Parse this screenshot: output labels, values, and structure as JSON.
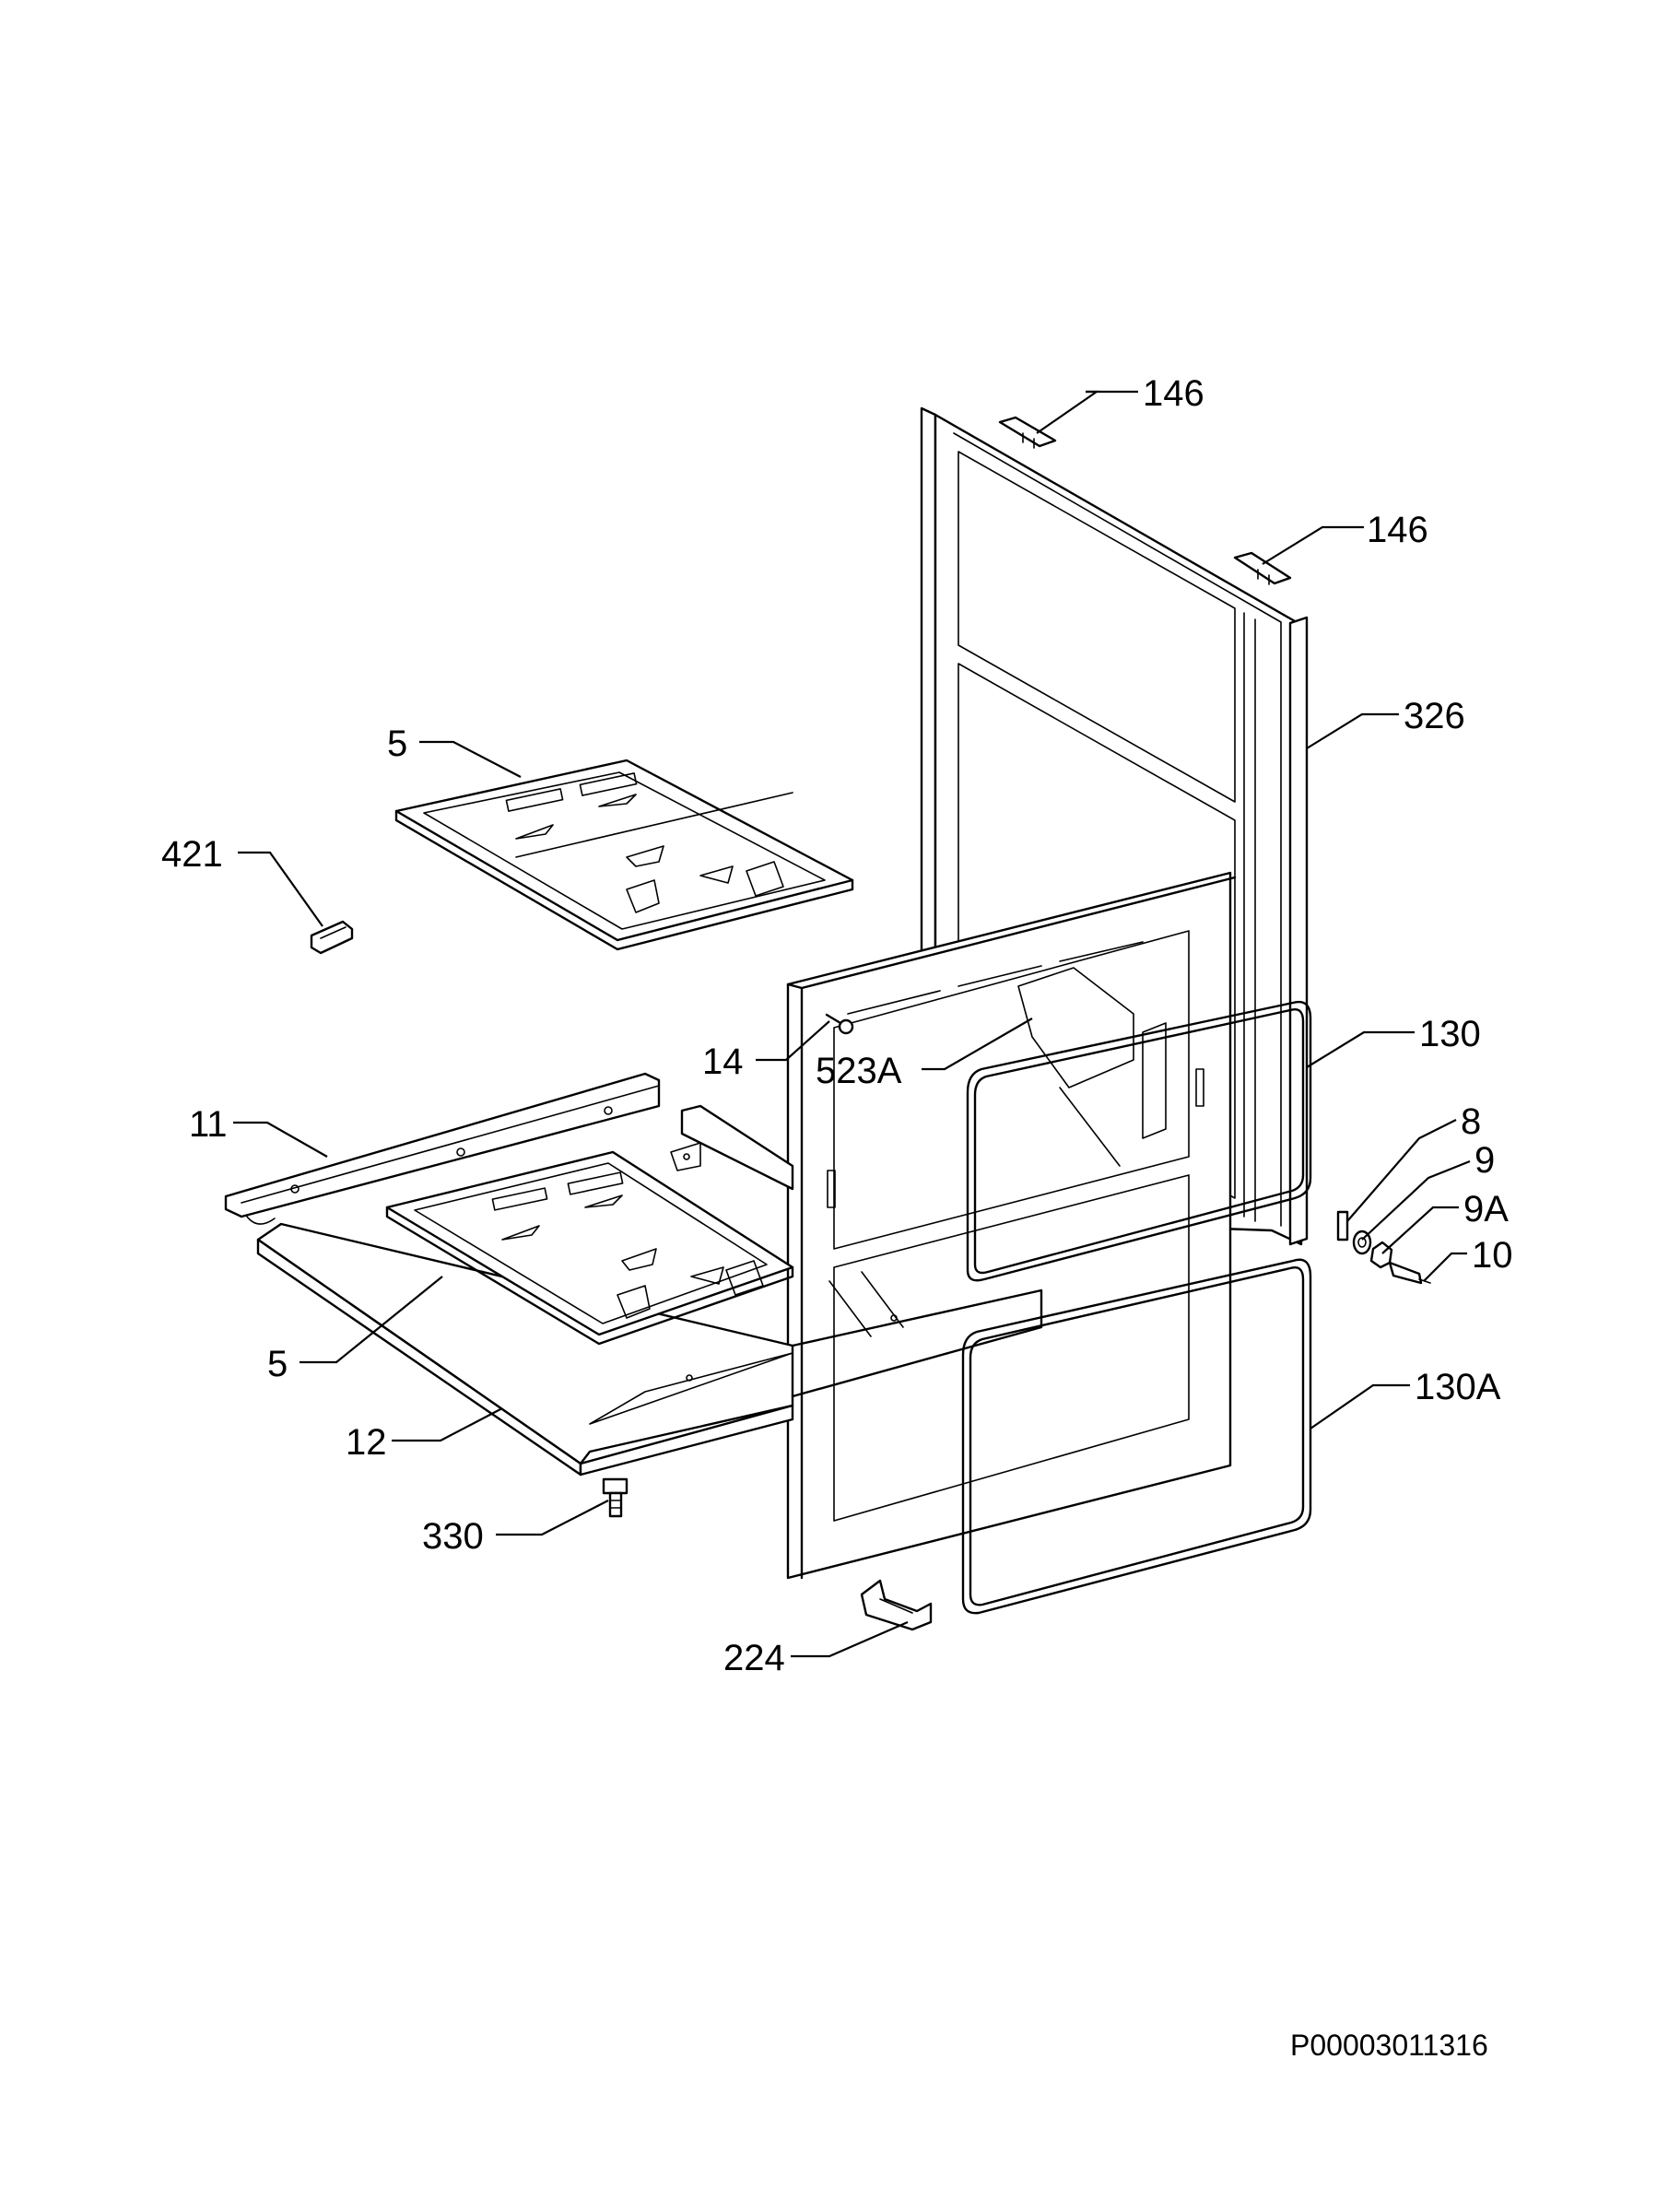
{
  "diagram": {
    "callouts": [
      {
        "id": "c146a",
        "label": "146"
      },
      {
        "id": "c146b",
        "label": "146"
      },
      {
        "id": "c326",
        "label": "326"
      },
      {
        "id": "c5a",
        "label": "5"
      },
      {
        "id": "c421",
        "label": "421"
      },
      {
        "id": "c130",
        "label": "130"
      },
      {
        "id": "c14",
        "label": "14"
      },
      {
        "id": "c523a",
        "label": "523A"
      },
      {
        "id": "c8",
        "label": "8"
      },
      {
        "id": "c9",
        "label": "9"
      },
      {
        "id": "c9a",
        "label": "9A"
      },
      {
        "id": "c10",
        "label": "10"
      },
      {
        "id": "c11",
        "label": "11"
      },
      {
        "id": "c5b",
        "label": "5"
      },
      {
        "id": "c130a",
        "label": "130A"
      },
      {
        "id": "c12",
        "label": "12"
      },
      {
        "id": "c330",
        "label": "330"
      },
      {
        "id": "c224",
        "label": "224"
      }
    ],
    "drawing_code": "P00003011316"
  }
}
